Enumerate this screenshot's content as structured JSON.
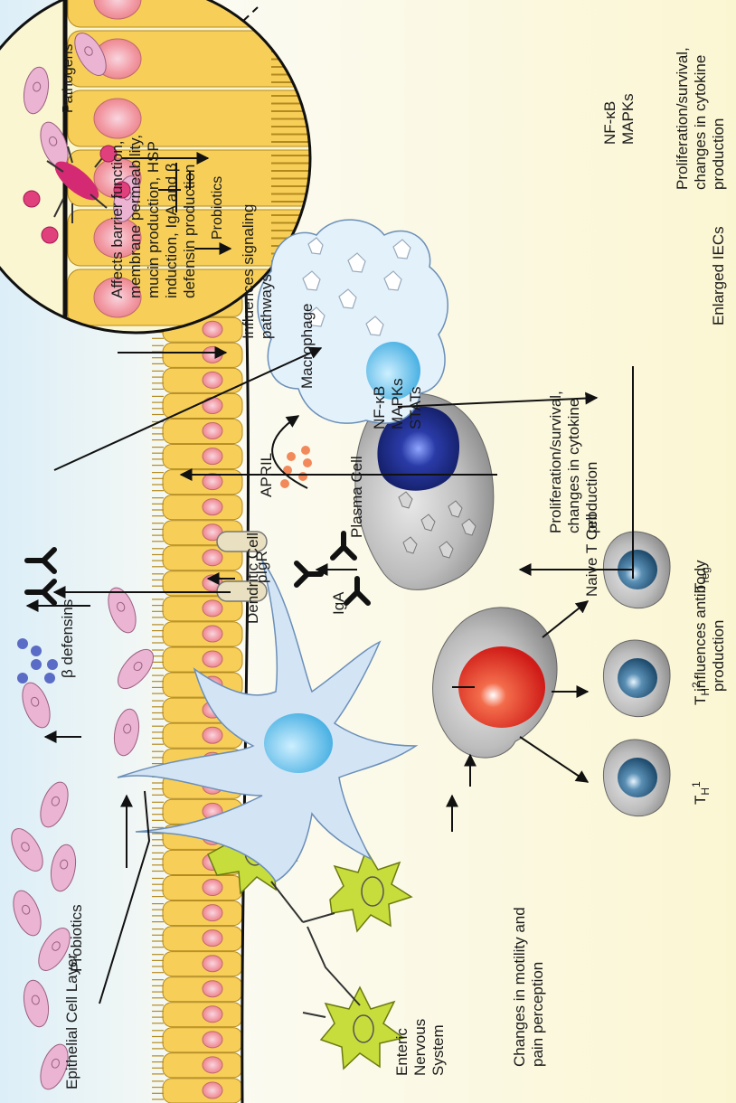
{
  "labels": {
    "epithelial_layer": "Epithelial Cell Layer",
    "probiotics": "Probiotics",
    "beta_defensins": "β defensins",
    "dendritic_cell": "Dendritic Cell",
    "iga": "IgA",
    "pigr": "pIgR",
    "april": "APRIL",
    "plasma_cell": "Plasma Cell",
    "naive_t_cell": "Naive T Cell",
    "th1_main": "T",
    "th1_sub": "H",
    "th1_sup": "1",
    "th2_main": "T",
    "th2_sub": "H",
    "th2_sup": "2",
    "treg_main": "T",
    "treg_sub": "reg",
    "enteric": [
      "Enteric",
      "Nervous",
      "System"
    ],
    "motility": [
      "Changes in motility and",
      "pain perception"
    ],
    "antibody": [
      "influences antibody",
      "production"
    ],
    "signaling": [
      "Influences signaling",
      "pathways"
    ],
    "macrophage": "Macrophage",
    "macro_pathways": [
      "NF-κB",
      "MAPKs",
      "STATs"
    ],
    "macro_outcome": [
      "Proliferation/survival,",
      "changes in cytokine",
      "production"
    ],
    "barrier": [
      "Affects barrier function,",
      "membrane permeability,",
      "mucin production, HSP",
      "induction, IgA and β",
      "defensin production"
    ],
    "pathogens": "Pathogens",
    "zoom_probiotics": "Probiotics",
    "zoom_pathways": [
      "NF-κB",
      "MAPKs"
    ],
    "zoom_outcome": [
      "Proliferation/survival,",
      "changes in cytokine",
      "production"
    ],
    "enlarged_iecs": "Enlarged IECs"
  },
  "colors": {
    "background_top": "#dceef8",
    "background_bottom": "#fbf6d2",
    "epithelium": "#f7cf58",
    "nucleus": "#f1a2a2",
    "probiotic": "#eab4d2",
    "dendritic": "#cfe2f5",
    "t_cell_nucleus": "#e3221b",
    "plasma_nucleus": "#1f2d8c",
    "neuron": "#c7dd3b",
    "pathogen": "#d42a73",
    "defensin": "#5a6cc5",
    "april": "#f2895a"
  }
}
